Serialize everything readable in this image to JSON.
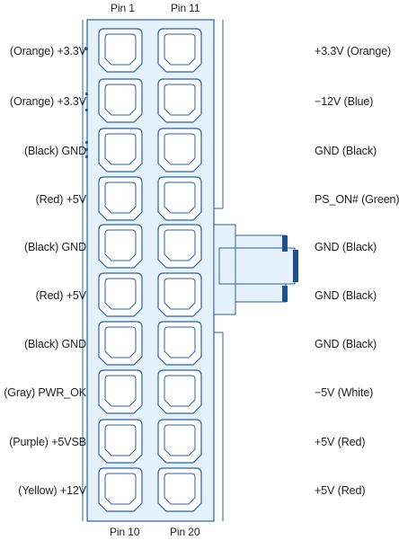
{
  "pin_headers": {
    "pin1": "Pin 1",
    "pin11": "Pin 11",
    "pin10": "Pin 10",
    "pin20": "Pin 20"
  },
  "left_labels": [
    "(Orange) +3.3V",
    "(Orange) +3.3V",
    "(Black)  GND",
    "(Red) +5V",
    "(Black)  GND",
    "(Red) +5V",
    "(Black)  GND",
    "(Gray)  PWR_OK",
    "(Purple) +5VSB",
    "(Yellow) +12V"
  ],
  "right_labels": [
    "+3.3V (Orange)",
    "−12V (Blue)",
    "GND (Black)",
    "PS_ON# (Green)",
    "GND (Black)",
    "GND (Black)",
    "GND (Black)",
    "−5V (White)",
    "+5V (Red)",
    "+5V (Red)"
  ],
  "colors": {
    "connector_fill": "#e6f2fb",
    "outline": "#2a62a8",
    "latch_dark": "#1f4f8f",
    "text": "#1e1e1e"
  }
}
